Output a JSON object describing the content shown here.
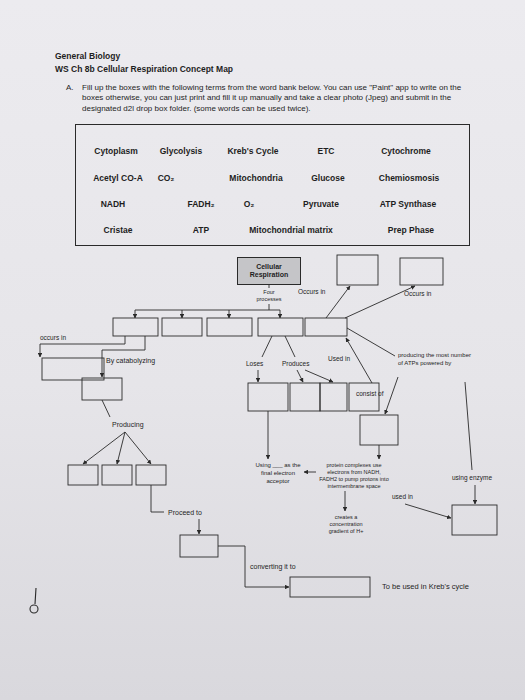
{
  "diagram": {
    "title": "General Biology",
    "nodes": [
      {
        "text": [
          "Cytoplasm",
          "Glycolysis",
          "Kreb's Cycle",
          "ETC",
          "Cytochrome",
          "Acetyl CO-A",
          "CO₂",
          "Mitochondria",
          "Glucose",
          "Chemiosmosis",
          "NADH",
          "FADH₂",
          "O₂",
          "Pyruvate",
          "ATP Synthase",
          "Cristae",
          "ATP",
          "Mitochondrial matrix",
          "Prep Phase"
        ]
      },
      {
        "text": [
          "Cellular Respiration"
        ]
      }
    ],
    "labels": [
      "WS Ch 8b Cellular Respiration Concept Map",
      "A.",
      "Fill up the boxes with the following terms from the word bank below. You can use \"Paint\" app to write on the boxes otherwise, you can just print and fill it up manually and take a clear photo (Jpeg) and submit in the designated d2l drop box folder. (some words can be used twice).",
      "Four processes",
      "Occurs in",
      "Occurs in",
      "occurs in",
      "By catabolyzing",
      "Loses",
      "Produces",
      "Used in",
      "producing the most number of ATPs powered by",
      "consist of",
      "Producing",
      "Using ___ as the final electron acceptor",
      "protein complexes use electrons from NADH, FADH2 to pump protons into intermembrane space",
      "using enzyme",
      "used in",
      "Proceed to",
      "creates a concentration gradient of H+",
      "converting it to",
      "To be used in Kreb's cycle"
    ]
  }
}
